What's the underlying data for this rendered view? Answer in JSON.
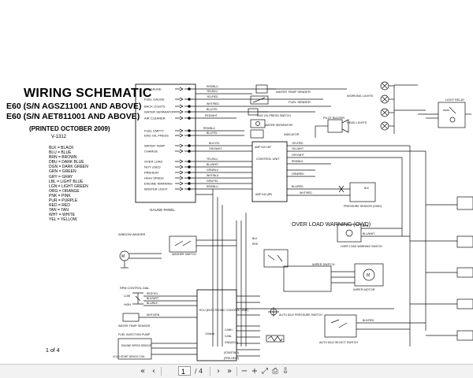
{
  "document": {
    "title": "WIRING SCHEMATIC",
    "model_line1": "E60 (S/N AGSZ11001 AND ABOVE)",
    "model_line2": "E60 (S/N AET811001 AND ABOVE)",
    "printed": "(PRINTED OCTOBER 2009)",
    "version": "V-1312",
    "page_note": "1 of 4",
    "color_legend": [
      "BLK = BLACK",
      "BLU = BLUE",
      "BRN = BROWN",
      "DBU = DARK BLUE",
      "DGN = DARK GREEN",
      "GRN = GREEN",
      "GRY = GRAY",
      "LBL = LIGHT BLUE",
      "LGN = LIGHT GREEN",
      "ORG = ORANGE",
      "PNK = PINK",
      "PUR = PURPLE",
      "RED = RED",
      "TAN = TAN",
      "WHT = WHITE",
      "YEL = YELLOW"
    ]
  },
  "diagram": {
    "gauge_panel_items": [
      "WT GAUGE",
      "FUEL GAUGE",
      "BACK LIGHTS",
      "WATER SEPARATOR",
      "AIR CLEANER",
      "FUEL EMPTY",
      "ENG OIL PRESS",
      "WATER TEMP",
      "CHARGE",
      "OVER LOAD",
      "NOT USED",
      "PREHEAT",
      "HIGH SPEED",
      "ENGINE WARNING",
      "MASTER LIGHT"
    ],
    "labels": {
      "gauge_panel": "GAUGE PANEL",
      "water_temp_sender": "WATER TEMP SENDER",
      "fuel_sender": "FUEL SENDER",
      "eng_oil_press_switch": "ENG OIL PRESS SWITCH",
      "water_separator": "WATER SEPARATOR",
      "indicator": "INDICATOR",
      "pilot_buzzer": "PILOT BUZZER",
      "working_lights": "WORKING LIGHTS",
      "head_lights": "HEAD LIGHTS",
      "light_relay": "LIGHT RELAY",
      "control_unit": "CONTROL UNIT",
      "amp_040_8p": "AMP 040 (8P)",
      "amp_040_16p": "AMP 040 16P",
      "pressure_sensor": "PRESSURE SENSOR (OWD)",
      "over_load_warning": "OVER LOAD WARNING (OWD)",
      "over_load_switch": "OVER LOAD WARNING SWITCH",
      "window_washer": "WINDOW WASHER",
      "washer_switch": "WASHER SWITCH",
      "wiper_switch": "WIPER SWITCH",
      "wiper_motor": "WIPER MOTOR",
      "rpm_control_dial": "RPM CONTROL DIAL",
      "low": "LOW",
      "high": "HIGH",
      "ecu": "ECU (ELECTRONIC CONTROL UNIT)",
      "water_temp_sensor": "WATER TEMP. SENSOR",
      "fuel_injection_pump": "FUEL INJECTION PUMP",
      "engine_speed_sensor": "ENGINE SPEED SENSOR",
      "cold_start_coil": "COLD START DEVICE COIL",
      "auto_idle_pressure_switch": "AUTO IDLE PRESSURE SWITCH",
      "auto_idle_select_switch": "AUTO IDLE SELECT SWITCH",
      "canh": "CANH",
      "canl": "CANL",
      "resistor": "120ohm",
      "gnd_ecu": "GND(ECU)",
      "starting": "(STARTING)",
      "pre_heat": "(PRE-HEAT)",
      "wire_blk": "BLK",
      "wire_grn_yel": "GRN/YEL"
    },
    "wire_labels": [
      "RED/BLU",
      "YEL/BLU",
      "YEL/RED",
      "WHT/RED",
      "BLU/YEL",
      "RED/WHT",
      "RED/BLU",
      "BLU/YEL",
      "BLK/YEL",
      "ORG/WHT",
      "YEL/BLU",
      "BLU/WHT",
      "GRN/BLU",
      "WHT/BLU",
      "GRN/YEL",
      "RED/BLU",
      "YEL/RED",
      "YEL/WHT",
      "GRY/WHT",
      "RED/BLK",
      "GRN/RED",
      "BLU/RED",
      "WHT/RED",
      "RED/YEL",
      "BLK/WHT",
      "BLU/BLK",
      "WHT/GRN",
      "BLK",
      "RED",
      "BRN",
      "BLU/WHT",
      "BLK/RED"
    ]
  },
  "toolbar": {
    "prev_label": "‹",
    "next_label": "›",
    "page_current": "1",
    "page_total": "/ 4",
    "first_label": "«",
    "last_label": "»",
    "zoom_out": "−",
    "zoom_in": "+",
    "fit_label": "⤢",
    "print_label": "⎙",
    "save_label": "⇩"
  }
}
